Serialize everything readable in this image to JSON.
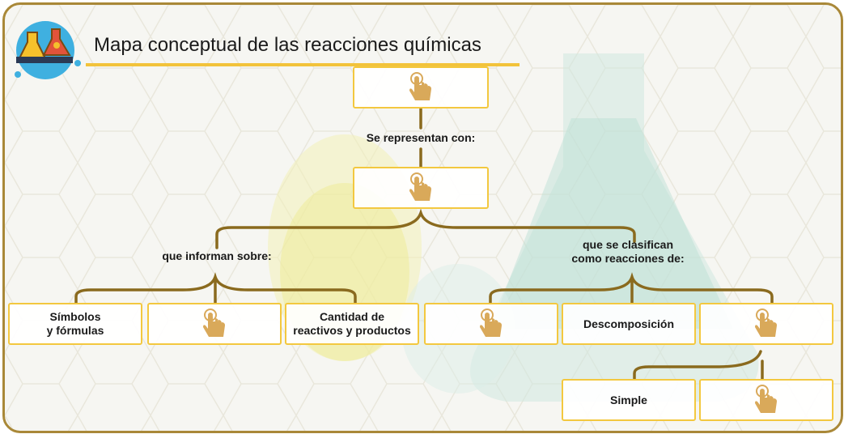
{
  "header": {
    "title": "Mapa conceptual de las reacciones químicas"
  },
  "icons": {
    "logo": "chemistry-flasks-icon",
    "reveal": "tap-hand-icon"
  },
  "labels": {
    "represent": "Se representan con:",
    "inform": "que informan sobre:",
    "classify_1": "que se clasifican",
    "classify_2": "como reacciones de:"
  },
  "boxes": {
    "symbols_1": "Símbolos",
    "symbols_2": "y fórmulas",
    "quantity_1": "Cantidad de",
    "quantity_2": "reactivos y productos",
    "decomposition": "Descomposición",
    "simple": "Simple"
  },
  "colors": {
    "accent": "#f3c83f",
    "connector": "#8a6a1e",
    "frame": "#a98838",
    "hand": "#d9a95a"
  }
}
